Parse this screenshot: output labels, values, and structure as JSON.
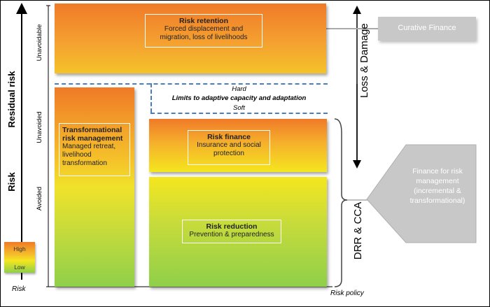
{
  "axis": {
    "main_label": "Risk",
    "residual_label": "Residual risk",
    "unavoidable": "Unavoidable",
    "unavoided": "Unavoided",
    "avoided": "Avoided",
    "bottom_left": "Risk",
    "bottom_right": "Risk policy"
  },
  "legend": {
    "high": "High",
    "low": "Low"
  },
  "blocks": {
    "retention": {
      "title": "Risk retention",
      "text": "Forced displacement and migration, loss of livelihoods"
    },
    "transformational": {
      "title": "Transformational risk management",
      "text": "Managed retreat, livelihood transformation"
    },
    "finance": {
      "title": "Risk finance",
      "text": "Insurance and social protection"
    },
    "reduction": {
      "title": "Risk reduction",
      "text": "Prevention & preparedness"
    }
  },
  "limits": {
    "hard": "Hard",
    "text": "Limits to adaptive capacity and adaptation",
    "soft": "Soft"
  },
  "right": {
    "loss_damage": "Loss & Damage",
    "drr_cca": "DRR & CCA",
    "curative": "Curative Finance",
    "finance_risk": "Finance for risk management (incremental & transformational)"
  },
  "colors": {
    "orange": "#f07a28",
    "yellow": "#f5e61e",
    "green": "#8fcf4a",
    "dash_blue": "#4a7ebf",
    "gray": "#c8c8c8"
  }
}
